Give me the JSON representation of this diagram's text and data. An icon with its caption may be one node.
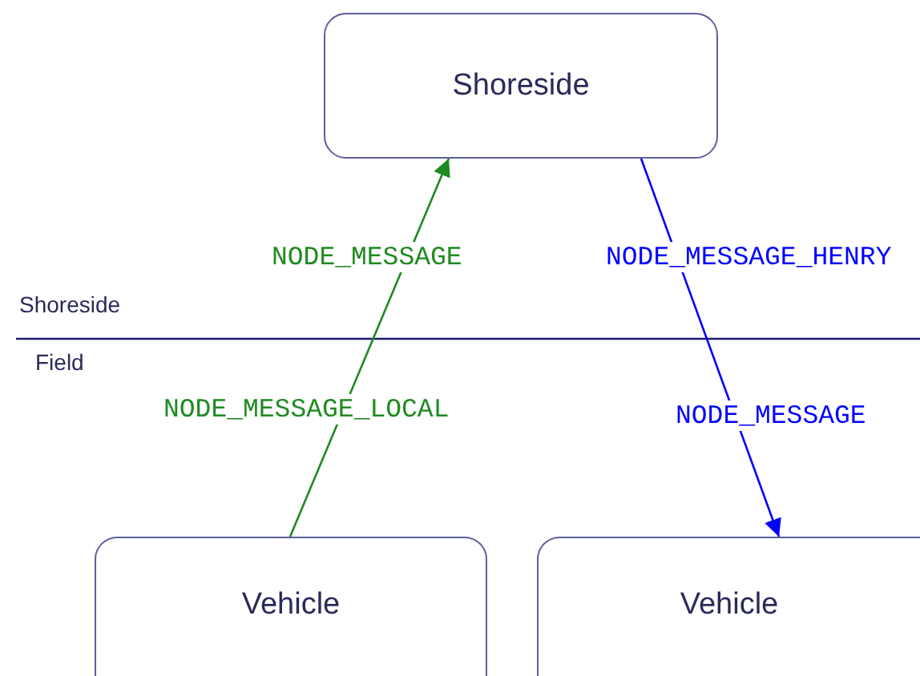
{
  "diagram": {
    "nodes": [
      {
        "text": [
          "Shoreside"
        ]
      },
      {
        "text": [
          "Vehicle"
        ]
      },
      {
        "text": [
          "Vehicle"
        ]
      }
    ],
    "edges": [
      {
        "from": 1,
        "to": 0,
        "arrow": "to",
        "label": "NODE_MESSAGE_LOCAL",
        "color": "#1f8a1f"
      },
      {
        "from": 0,
        "to": 2,
        "arrow": "to",
        "label": "NODE_MESSAGE_HENRY",
        "color": "#0000ff"
      }
    ],
    "labels": [
      "NODE_MESSAGE",
      "Shoreside",
      "Field",
      "NODE_MESSAGE"
    ]
  }
}
